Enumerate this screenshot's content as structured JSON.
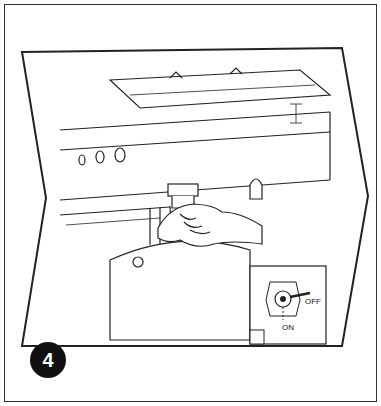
{
  "diagram": {
    "labels": [
      "OFF",
      "ON",
      "4"
    ]
  }
}
